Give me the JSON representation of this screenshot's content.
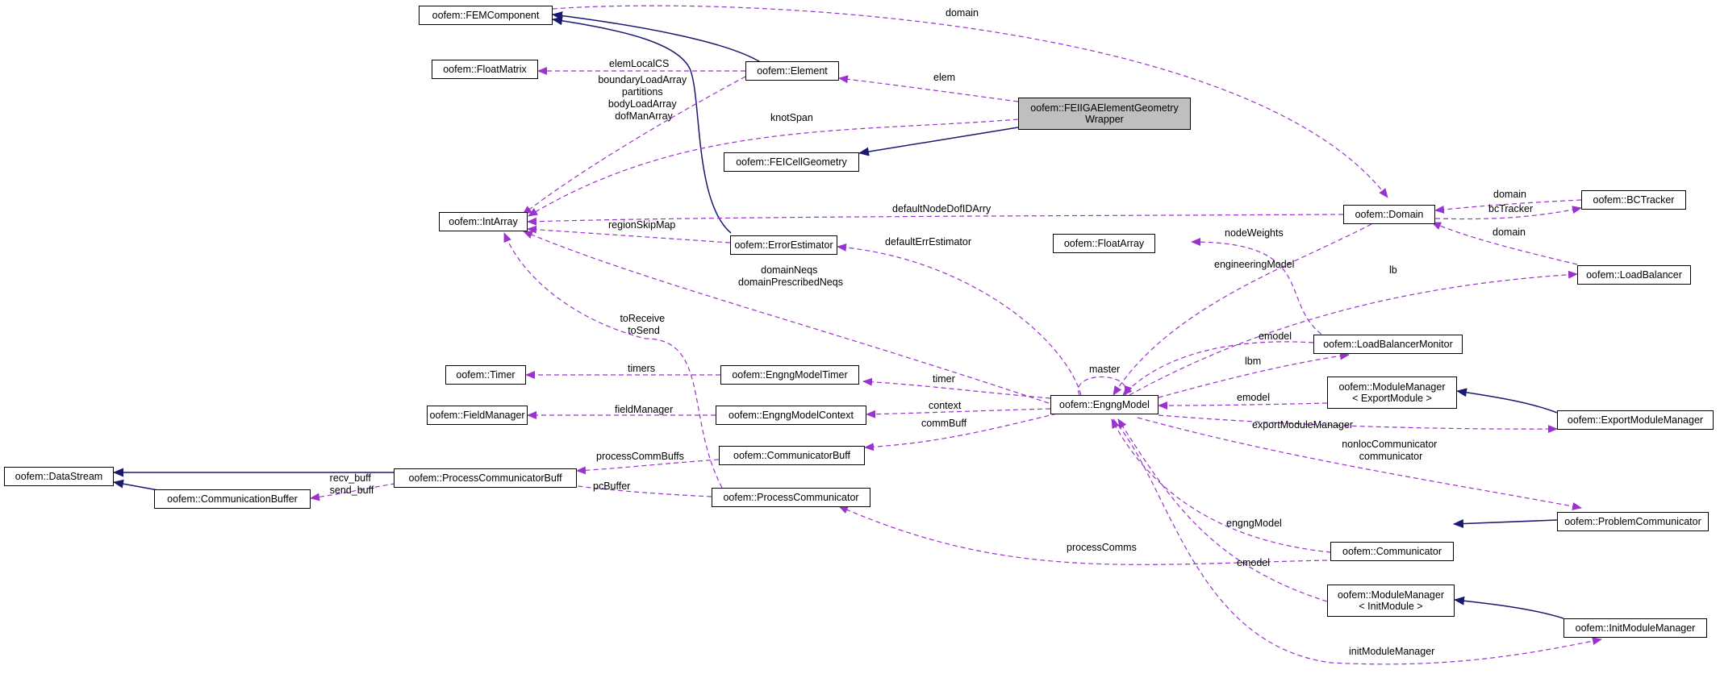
{
  "nodes": {
    "fem_component": {
      "lines": [
        "oofem::FEMComponent"
      ]
    },
    "float_matrix": {
      "lines": [
        "oofem::FloatMatrix"
      ]
    },
    "element": {
      "lines": [
        "oofem::Element"
      ]
    },
    "feiiga": {
      "lines": [
        "oofem::FEIIGAElementGeometry",
        "Wrapper"
      ]
    },
    "fei_cell_geometry": {
      "lines": [
        "oofem::FEICellGeometry"
      ]
    },
    "int_array": {
      "lines": [
        "oofem::IntArray"
      ]
    },
    "error_estimator": {
      "lines": [
        "oofem::ErrorEstimator"
      ]
    },
    "domain": {
      "lines": [
        "oofem::Domain"
      ]
    },
    "bc_tracker": {
      "lines": [
        "oofem::BCTracker"
      ]
    },
    "float_array": {
      "lines": [
        "oofem::FloatArray"
      ]
    },
    "load_balancer": {
      "lines": [
        "oofem::LoadBalancer"
      ]
    },
    "timer": {
      "lines": [
        "oofem::Timer"
      ]
    },
    "engng_model_timer": {
      "lines": [
        "oofem::EngngModelTimer"
      ]
    },
    "load_balancer_monitor": {
      "lines": [
        "oofem::LoadBalancerMonitor"
      ]
    },
    "engng_model": {
      "lines": [
        "oofem::EngngModel"
      ]
    },
    "module_manager_export": {
      "lines": [
        "oofem::ModuleManager",
        "< ExportModule >"
      ]
    },
    "field_manager": {
      "lines": [
        "oofem::FieldManager"
      ]
    },
    "engng_model_context": {
      "lines": [
        "oofem::EngngModelContext"
      ]
    },
    "export_module_manager": {
      "lines": [
        "oofem::ExportModuleManager"
      ]
    },
    "communicator_buff": {
      "lines": [
        "oofem::CommunicatorBuff"
      ]
    },
    "data_stream": {
      "lines": [
        "oofem::DataStream"
      ]
    },
    "process_communicator_buff": {
      "lines": [
        "oofem::ProcessCommunicatorBuff"
      ]
    },
    "communication_buffer": {
      "lines": [
        "oofem::CommunicationBuffer"
      ]
    },
    "process_communicator": {
      "lines": [
        "oofem::ProcessCommunicator"
      ]
    },
    "problem_communicator": {
      "lines": [
        "oofem::ProblemCommunicator"
      ]
    },
    "communicator": {
      "lines": [
        "oofem::Communicator"
      ]
    },
    "module_manager_init": {
      "lines": [
        "oofem::ModuleManager",
        "< InitModule >"
      ]
    },
    "init_module_manager": {
      "lines": [
        "oofem::InitModuleManager"
      ]
    }
  },
  "edge_labels": {
    "domain_top": [
      "domain"
    ],
    "elem_local_cs": [
      "elemLocalCS"
    ],
    "elem": [
      "elem"
    ],
    "element_arrays": [
      "boundaryLoadArray",
      "partitions",
      "bodyLoadArray",
      "dofManArray"
    ],
    "knot_span": [
      "knotSpan"
    ],
    "bct_domain": [
      "domain"
    ],
    "bc_tracker": [
      "bcTracker"
    ],
    "default_node_dof": [
      "defaultNodeDofIDArry"
    ],
    "region_skip_map": [
      "regionSkipMap"
    ],
    "default_err_estimator": [
      "defaultErrEstimator"
    ],
    "node_weights": [
      "nodeWeights"
    ],
    "lb_domain": [
      "domain"
    ],
    "engineering_model": [
      "engineeringModel"
    ],
    "lb": [
      "lb"
    ],
    "domain_neqs": [
      "domainNeqs",
      "domainPrescribedNeqs"
    ],
    "to_receive": [
      "toReceive",
      "toSend"
    ],
    "emodel_lbm": [
      "emodel"
    ],
    "lbm": [
      "lbm"
    ],
    "timers": [
      "timers"
    ],
    "master": [
      "master"
    ],
    "timer": [
      "timer"
    ],
    "emodel_mme": [
      "emodel"
    ],
    "field_manager": [
      "fieldManager"
    ],
    "context": [
      "context"
    ],
    "comm_buff": [
      "commBuff"
    ],
    "export_module_manager": [
      "exportModuleManager"
    ],
    "process_comm_buffs": [
      "processCommBuffs"
    ],
    "nonloc": [
      "nonlocCommunicator",
      "communicator"
    ],
    "recv_send": [
      "recv_buff",
      "send_buff"
    ],
    "pc_buffer": [
      "pcBuffer"
    ],
    "engng_model": [
      "engngModel"
    ],
    "process_comms": [
      "processComms"
    ],
    "emodel_mmi": [
      "emodel"
    ],
    "init_module_manager": [
      "initModuleManager"
    ]
  },
  "colors": {
    "inheritance": "#191970",
    "usage": "#9a32cd",
    "focus_fill": "#bfbfbf"
  }
}
